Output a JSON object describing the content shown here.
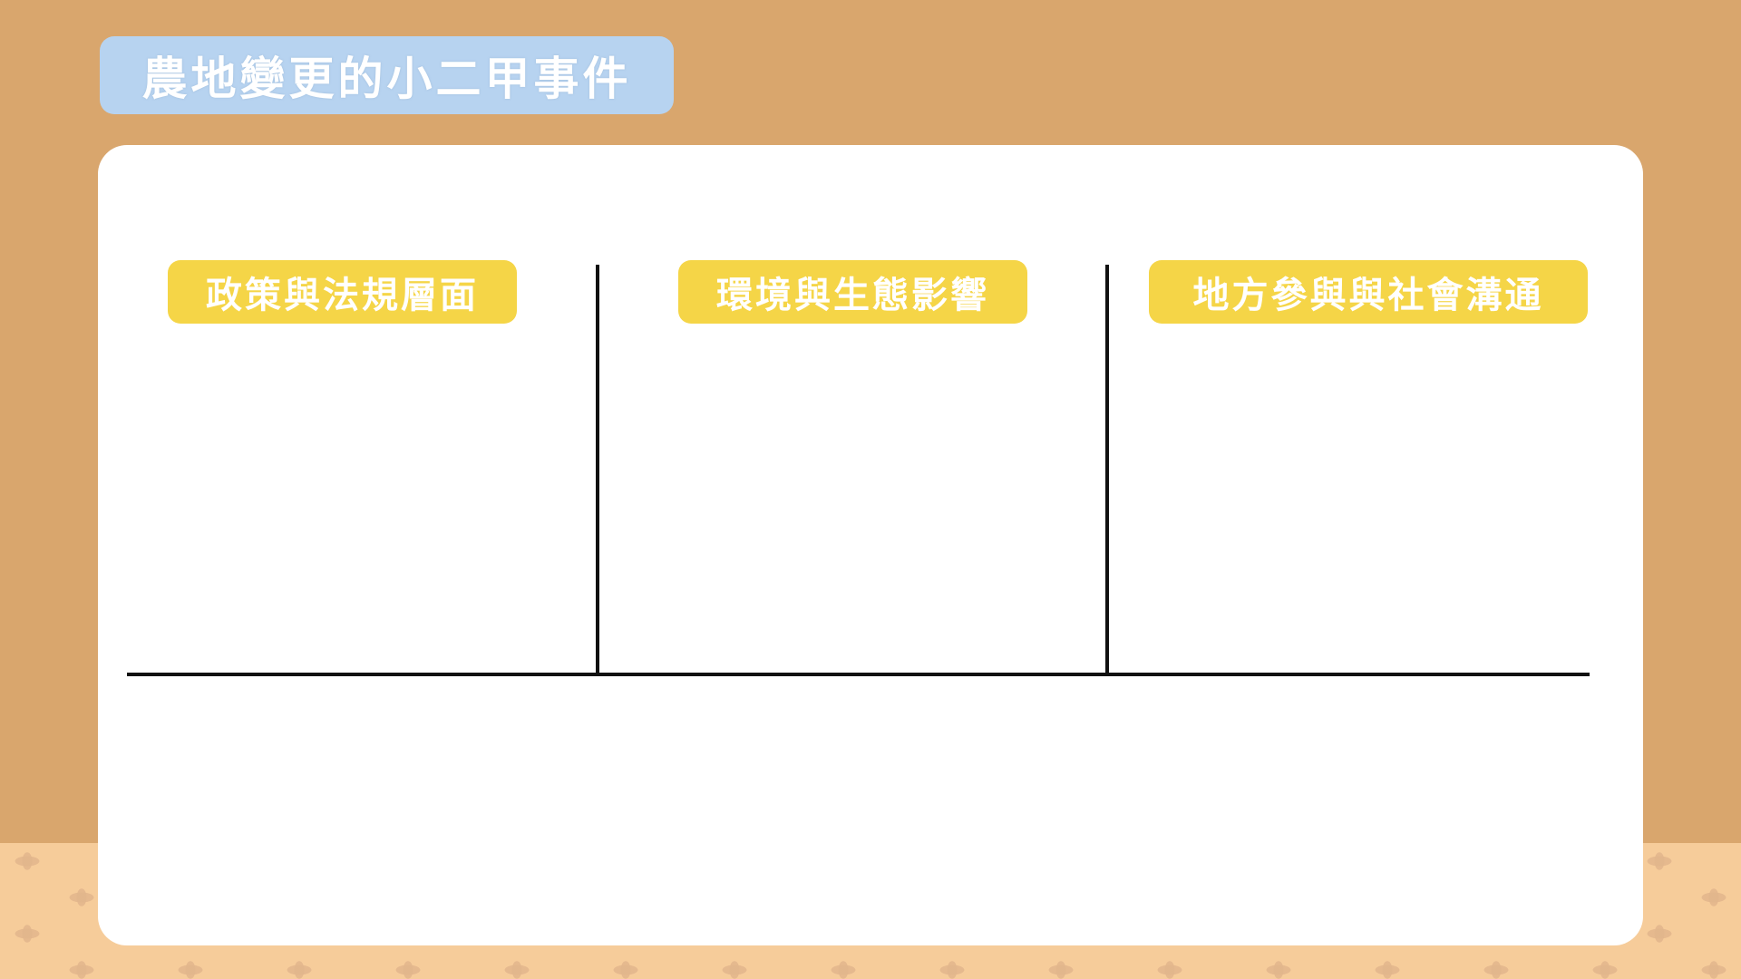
{
  "title": "農地變更的小二甲事件",
  "columns": [
    {
      "heading": "政策與法規層面"
    },
    {
      "heading": "環境與生態影響"
    },
    {
      "heading": "地方參與與社會溝通"
    }
  ],
  "colors": {
    "background": "#D9A66D",
    "title_pill": "#B7D3F0",
    "heading_pill": "#F5D547",
    "card": "#FFFFFF",
    "lines": "#111111"
  }
}
